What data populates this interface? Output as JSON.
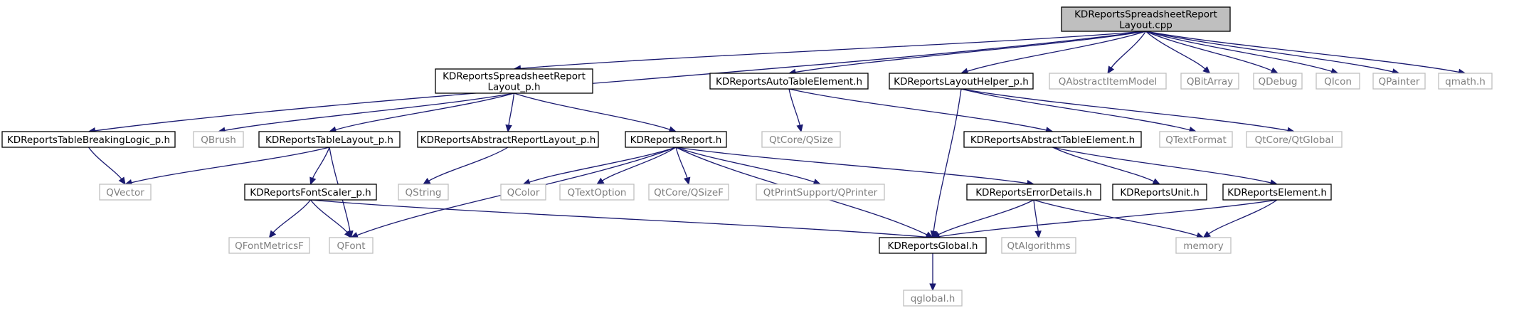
{
  "diagram": {
    "type": "include-dependency-graph",
    "colors": {
      "root_fill": "#bfbfbf",
      "root_stroke": "#000000",
      "local_stroke": "#000000",
      "external_stroke": "#bfbfbf",
      "external_text": "#7f7f7f",
      "local_text": "#000000",
      "edge": "#191970"
    },
    "nodes": {
      "root": {
        "lines": [
          "KDReportsSpreadsheetReport",
          "Layout.cpp"
        ],
        "kind": "root"
      },
      "layout_p": {
        "lines": [
          "KDReportsSpreadsheetReport",
          "Layout_p.h"
        ],
        "kind": "local"
      },
      "autotable": {
        "lines": [
          "KDReportsAutoTableElement.h"
        ],
        "kind": "local"
      },
      "layouthelper": {
        "lines": [
          "KDReportsLayoutHelper_p.h"
        ],
        "kind": "local"
      },
      "qabstractitemmodel": {
        "lines": [
          "QAbstractItemModel"
        ],
        "kind": "external"
      },
      "qbitarray": {
        "lines": [
          "QBitArray"
        ],
        "kind": "external"
      },
      "qdebug": {
        "lines": [
          "QDebug"
        ],
        "kind": "external"
      },
      "qicon": {
        "lines": [
          "QIcon"
        ],
        "kind": "external"
      },
      "qpainter": {
        "lines": [
          "QPainter"
        ],
        "kind": "external"
      },
      "qmath": {
        "lines": [
          "qmath.h"
        ],
        "kind": "external"
      },
      "tablebreaking": {
        "lines": [
          "KDReportsTableBreakingLogic_p.h"
        ],
        "kind": "local"
      },
      "qbrush": {
        "lines": [
          "QBrush"
        ],
        "kind": "external"
      },
      "tablelayout": {
        "lines": [
          "KDReportsTableLayout_p.h"
        ],
        "kind": "local"
      },
      "abstractreportlayout": {
        "lines": [
          "KDReportsAbstractReportLayout_p.h"
        ],
        "kind": "local"
      },
      "report": {
        "lines": [
          "KDReportsReport.h"
        ],
        "kind": "local"
      },
      "qsize": {
        "lines": [
          "QtCore/QSize"
        ],
        "kind": "external"
      },
      "abstracttable": {
        "lines": [
          "KDReportsAbstractTableElement.h"
        ],
        "kind": "local"
      },
      "qtextformat": {
        "lines": [
          "QTextFormat"
        ],
        "kind": "external"
      },
      "qtglobal": {
        "lines": [
          "QtCore/QtGlobal"
        ],
        "kind": "external"
      },
      "qvector": {
        "lines": [
          "QVector"
        ],
        "kind": "external"
      },
      "fontscaler": {
        "lines": [
          "KDReportsFontScaler_p.h"
        ],
        "kind": "local"
      },
      "qstring": {
        "lines": [
          "QString"
        ],
        "kind": "external"
      },
      "qcolor": {
        "lines": [
          "QColor"
        ],
        "kind": "external"
      },
      "qtextoption": {
        "lines": [
          "QTextOption"
        ],
        "kind": "external"
      },
      "qsizef": {
        "lines": [
          "QtCore/QSizeF"
        ],
        "kind": "external"
      },
      "qprinter": {
        "lines": [
          "QtPrintSupport/QPrinter"
        ],
        "kind": "external"
      },
      "errordetails": {
        "lines": [
          "KDReportsErrorDetails.h"
        ],
        "kind": "local"
      },
      "unit": {
        "lines": [
          "KDReportsUnit.h"
        ],
        "kind": "local"
      },
      "element": {
        "lines": [
          "KDReportsElement.h"
        ],
        "kind": "local"
      },
      "qfontmetricsf": {
        "lines": [
          "QFontMetricsF"
        ],
        "kind": "external"
      },
      "qfont": {
        "lines": [
          "QFont"
        ],
        "kind": "external"
      },
      "global": {
        "lines": [
          "KDReportsGlobal.h"
        ],
        "kind": "local"
      },
      "qtalgorithms": {
        "lines": [
          "QtAlgorithms"
        ],
        "kind": "external"
      },
      "memory": {
        "lines": [
          "memory"
        ],
        "kind": "external"
      },
      "qglobal": {
        "lines": [
          "qglobal.h"
        ],
        "kind": "external"
      }
    },
    "edges": [
      [
        "root",
        "tablebreaking"
      ],
      [
        "root",
        "layout_p"
      ],
      [
        "root",
        "autotable"
      ],
      [
        "root",
        "layouthelper"
      ],
      [
        "root",
        "qabstractitemmodel"
      ],
      [
        "root",
        "qbitarray"
      ],
      [
        "root",
        "qdebug"
      ],
      [
        "root",
        "qicon"
      ],
      [
        "root",
        "qpainter"
      ],
      [
        "root",
        "qmath"
      ],
      [
        "layout_p",
        "qbrush"
      ],
      [
        "layout_p",
        "tablelayout"
      ],
      [
        "layout_p",
        "abstractreportlayout"
      ],
      [
        "layout_p",
        "report"
      ],
      [
        "autotable",
        "qsize"
      ],
      [
        "autotable",
        "abstracttable"
      ],
      [
        "layouthelper",
        "global"
      ],
      [
        "layouthelper",
        "qtextformat"
      ],
      [
        "layouthelper",
        "qtglobal"
      ],
      [
        "tablebreaking",
        "qvector"
      ],
      [
        "tablelayout",
        "qvector"
      ],
      [
        "tablelayout",
        "fontscaler"
      ],
      [
        "tablelayout",
        "qfont"
      ],
      [
        "abstractreportlayout",
        "qstring"
      ],
      [
        "report",
        "qfont"
      ],
      [
        "report",
        "qcolor"
      ],
      [
        "report",
        "qtextoption"
      ],
      [
        "report",
        "qsizef"
      ],
      [
        "report",
        "qprinter"
      ],
      [
        "report",
        "global"
      ],
      [
        "report",
        "errordetails"
      ],
      [
        "abstracttable",
        "unit"
      ],
      [
        "abstracttable",
        "element"
      ],
      [
        "fontscaler",
        "qfontmetricsf"
      ],
      [
        "fontscaler",
        "qfont"
      ],
      [
        "fontscaler",
        "global"
      ],
      [
        "errordetails",
        "global"
      ],
      [
        "errordetails",
        "qtalgorithms"
      ],
      [
        "errordetails",
        "memory"
      ],
      [
        "element",
        "global"
      ],
      [
        "element",
        "memory"
      ],
      [
        "global",
        "qglobal"
      ]
    ]
  }
}
